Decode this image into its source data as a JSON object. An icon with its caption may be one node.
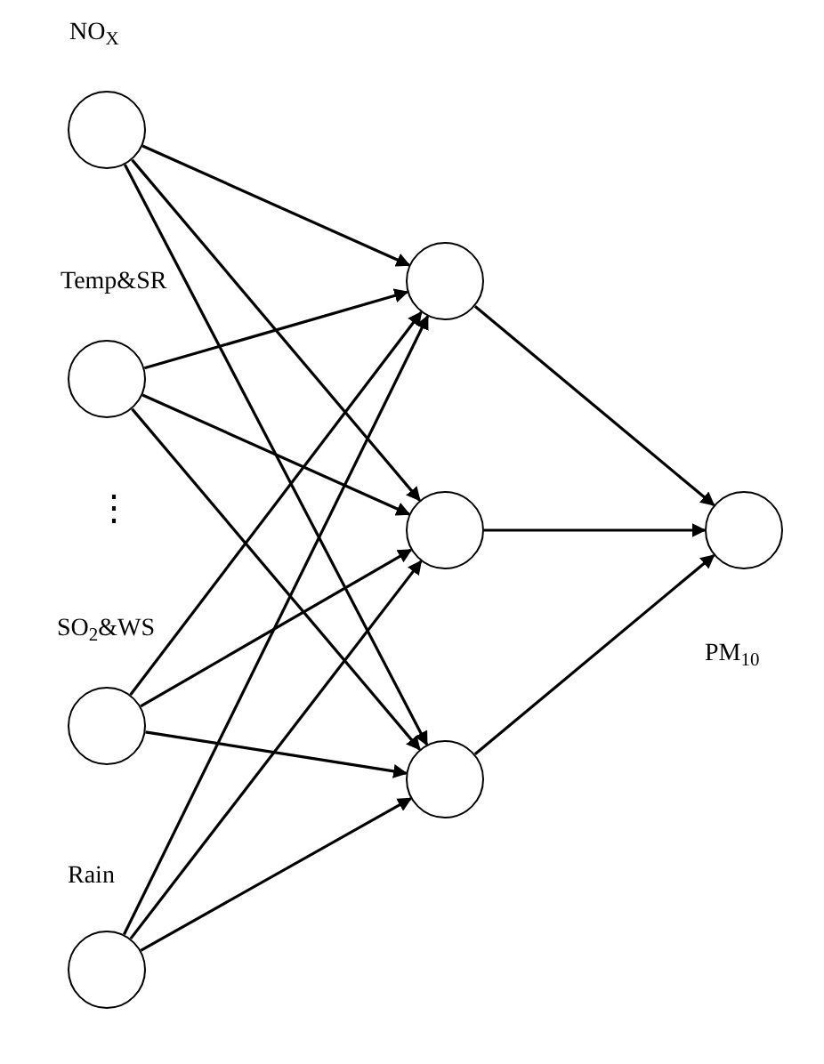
{
  "diagram": {
    "nodes": [
      {
        "text": [
          "NO$_{X}$"
        ]
      },
      {
        "text": [
          "Temp&SR"
        ]
      },
      {
        "text": [
          "SO$_{2}$&WS"
        ]
      },
      {
        "text": [
          "Rain"
        ]
      },
      {
        "text": [],
        "shape": "circle"
      },
      {
        "text": [],
        "shape": "circle"
      },
      {
        "text": [],
        "shape": "circle"
      },
      {
        "text": [
          "PM$_{10}$"
        ]
      }
    ],
    "edges": [
      {
        "from": 0,
        "to": 4,
        "arrow": "to"
      },
      {
        "from": 0,
        "to": 5,
        "arrow": "to"
      },
      {
        "from": 0,
        "to": 6,
        "arrow": "to"
      },
      {
        "from": 1,
        "to": 4,
        "arrow": "to"
      },
      {
        "from": 1,
        "to": 5,
        "arrow": "to"
      },
      {
        "from": 1,
        "to": 6,
        "arrow": "to"
      },
      {
        "from": 2,
        "to": 4,
        "arrow": "to"
      },
      {
        "from": 2,
        "to": 5,
        "arrow": "to"
      },
      {
        "from": 2,
        "to": 6,
        "arrow": "to"
      },
      {
        "from": 3,
        "to": 4,
        "arrow": "to"
      },
      {
        "from": 3,
        "to": 5,
        "arrow": "to"
      },
      {
        "from": 3,
        "to": 6,
        "arrow": "to"
      },
      {
        "from": 4,
        "to": 7,
        "arrow": "to"
      },
      {
        "from": 5,
        "to": 7,
        "arrow": "to"
      },
      {
        "from": 6,
        "to": 7,
        "arrow": "to"
      }
    ],
    "labels": [
      "⋮"
    ]
  }
}
